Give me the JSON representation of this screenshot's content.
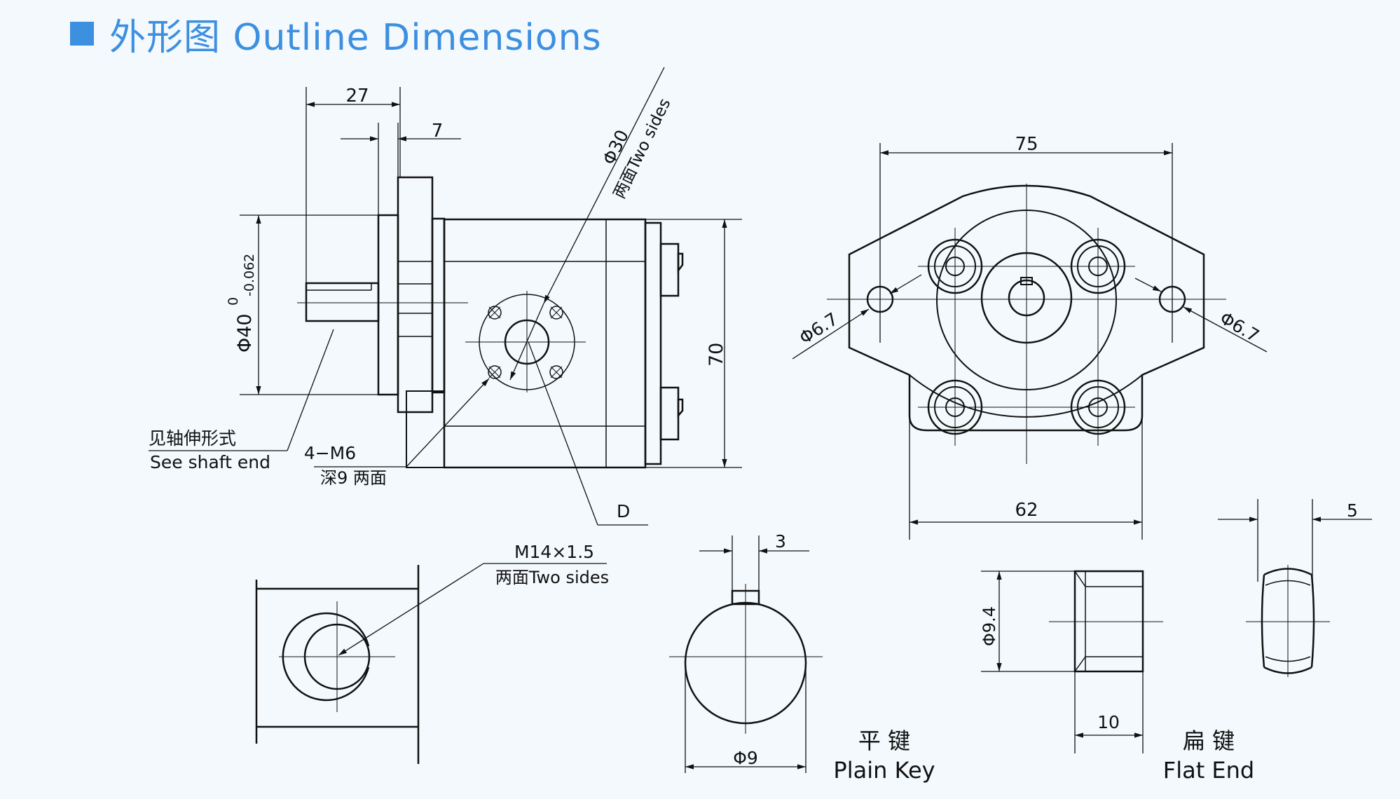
{
  "title": "外形图 Outline Dimensions",
  "colors": {
    "accent": "#3d8fe0",
    "line": "#111111",
    "background": "#f3f9fd"
  },
  "side_view": {
    "dim_27": "27",
    "dim_7": "7",
    "dia_40": "Φ40",
    "tol_upper": "0",
    "tol_lower": "-0.062",
    "dim_70": "70",
    "dia_30": "Φ30",
    "dia_30_note": "两面Two sides",
    "port_thread": "4−M6",
    "port_depth": "深9 两面",
    "shaft_cn": "见轴伸形式",
    "shaft_en": "See shaft end",
    "d_label": "D"
  },
  "front_view": {
    "dim_75": "75",
    "dim_62": "62",
    "hole_left": "Φ6.7",
    "hole_right": "Φ6.7"
  },
  "port_view": {
    "thread": "M14×1.5",
    "note": "两面Two sides"
  },
  "plain_key": {
    "dim_3": "3",
    "dia_9": "Φ9",
    "label_cn": "平 键",
    "label_en": "Plain Key"
  },
  "flat_end": {
    "dia_94": "Φ9.4",
    "dim_10": "10",
    "dim_5": "5",
    "label_cn": "扁 键",
    "label_en": "Flat End"
  }
}
